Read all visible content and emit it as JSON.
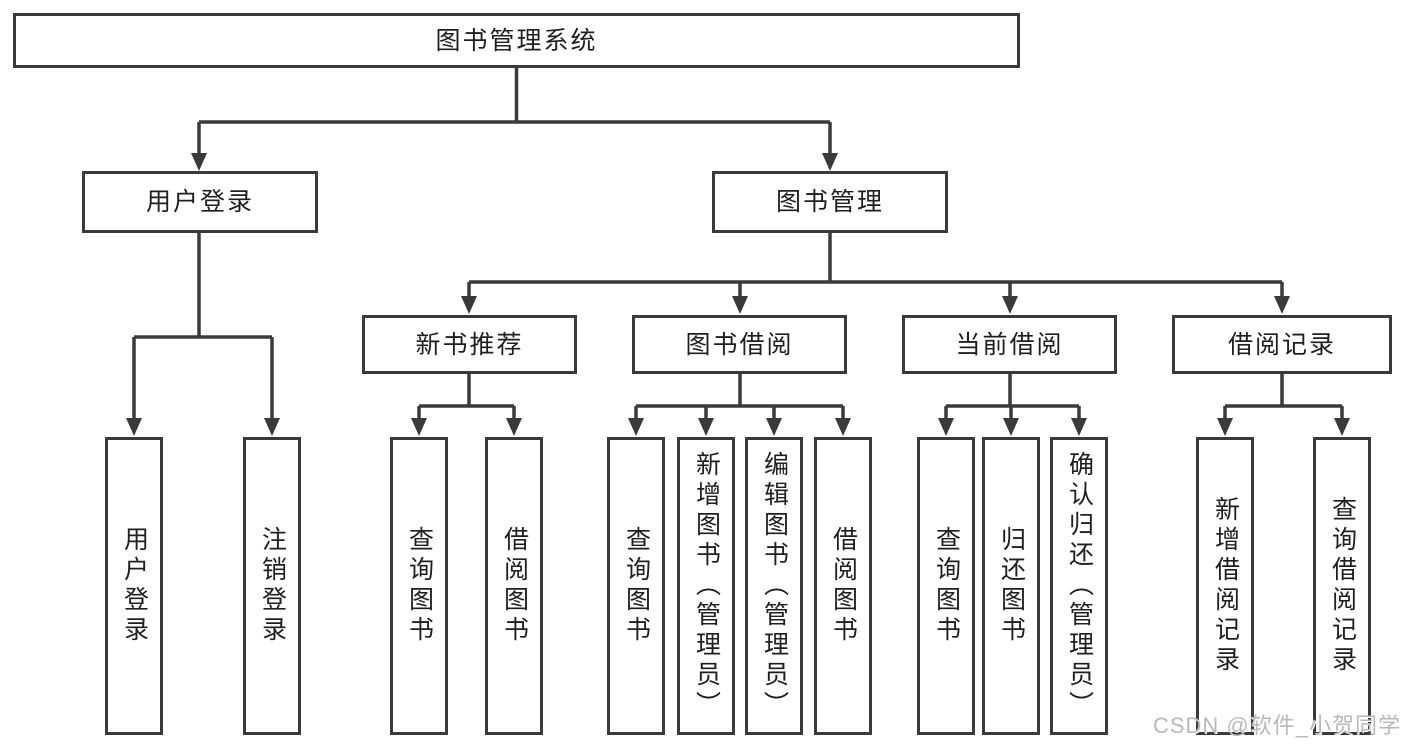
{
  "colors": {
    "line": "#3a3a3a",
    "box_border": "#3a3a3a",
    "box_text": "#1f1f1f",
    "background": "#ffffff",
    "watermark": "#b9b9b9"
  },
  "watermark": {
    "text": "CSDN @软件_小贺同学"
  },
  "tree": {
    "label": "图书管理系统",
    "children": [
      {
        "label": "用户登录",
        "children": [
          {
            "label": "用户登录"
          },
          {
            "label": "注销登录"
          }
        ]
      },
      {
        "label": "图书管理",
        "children": [
          {
            "label": "新书推荐",
            "children": [
              {
                "label": "查询图书"
              },
              {
                "label": "借阅图书"
              }
            ]
          },
          {
            "label": "图书借阅",
            "children": [
              {
                "label": "查询图书"
              },
              {
                "label": "新增图书（管理员）"
              },
              {
                "label": "编辑图书（管理员）"
              },
              {
                "label": "借阅图书"
              }
            ]
          },
          {
            "label": "当前借阅",
            "children": [
              {
                "label": "查询图书"
              },
              {
                "label": "归还图书"
              },
              {
                "label": "确认归还（管理员）"
              }
            ]
          },
          {
            "label": "借阅记录",
            "children": [
              {
                "label": "新增借阅记录"
              },
              {
                "label": "查询借阅记录"
              }
            ]
          }
        ]
      }
    ]
  }
}
